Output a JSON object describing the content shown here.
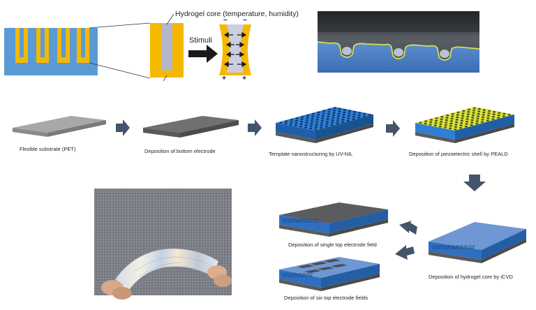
{
  "top": {
    "hydrogel_label": "Hydrogel core (temperature, humidity)",
    "stimuli_label": "Stimuli",
    "charge_minus": "–",
    "charge_plus": "+"
  },
  "steps": [
    {
      "label": "Flexible substrate (PET)"
    },
    {
      "label": "Deposition of bottom electrode"
    },
    {
      "label": "Template nanostructuring by UV-NIL"
    },
    {
      "label": "Deposition of piezoelectric shell by PEALD"
    },
    {
      "label": "Deposition of hydrogel core by iCVD"
    },
    {
      "label": "Deposition of single top electrode field"
    },
    {
      "label": "Deposition of six top electrode fields"
    }
  ],
  "colors": {
    "substrate_blue": "#5b9bd5",
    "electrode_gold": "#f5b800",
    "hydrogel_gray": "#b4b7c9",
    "arrow_slate": "#44546a",
    "nano_blue": "#1f6fc0",
    "piezo_yellow": "#d8e23a",
    "electrode_dark": "#5a5c60"
  }
}
